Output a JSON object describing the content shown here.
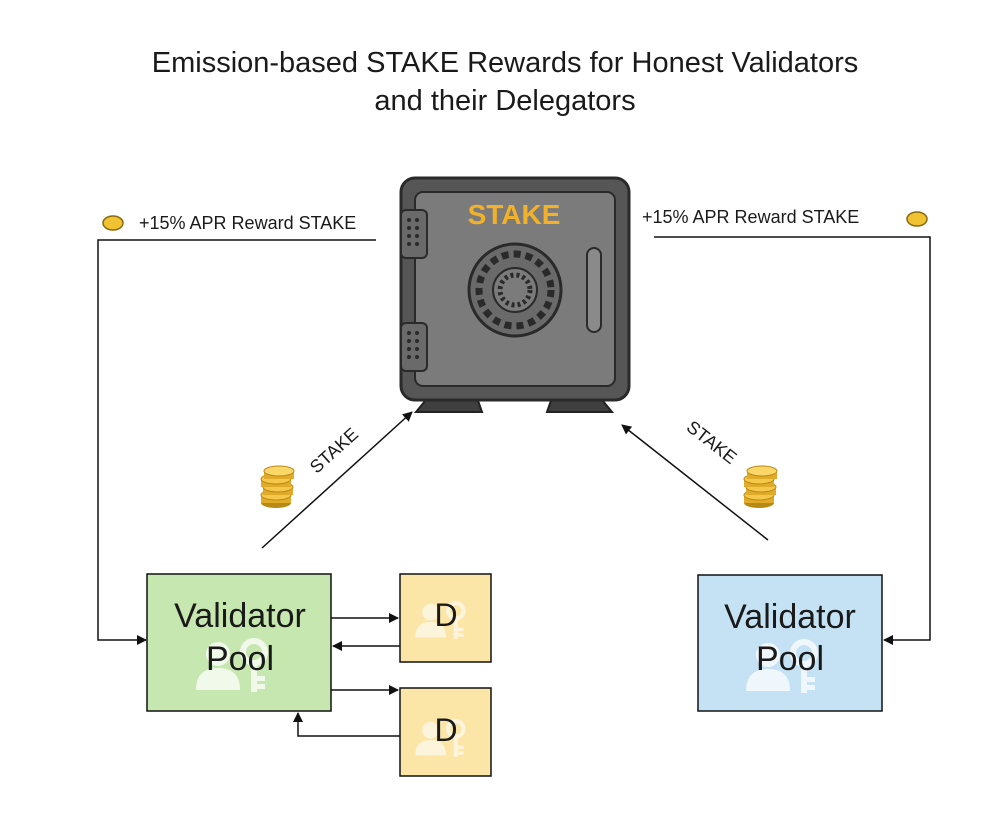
{
  "title": {
    "line1": "Emission-based STAKE Rewards for Honest Validators",
    "line2": "and their Delegators"
  },
  "safe": {
    "label": "STAKE"
  },
  "rewards": {
    "left": "+15% APR Reward STAKE",
    "right": "+15% APR Reward STAKE"
  },
  "stake_flows": {
    "left": "STAKE",
    "right": "STAKE"
  },
  "validator_pools": [
    {
      "line1": "Validator",
      "line2": "Pool",
      "color": "#c7e7b0"
    },
    {
      "line1": "Validator",
      "line2": "Pool",
      "color": "#c5e2f4"
    }
  ],
  "delegators": [
    {
      "label": "D",
      "color": "#fbe6a7"
    },
    {
      "label": "D",
      "color": "#fbe6a7"
    }
  ],
  "icons": {
    "safe": "safe-icon",
    "coin": "gold-coin-icon",
    "coin_stack": "coin-stack-icon",
    "watermark": "people-key-icon"
  }
}
